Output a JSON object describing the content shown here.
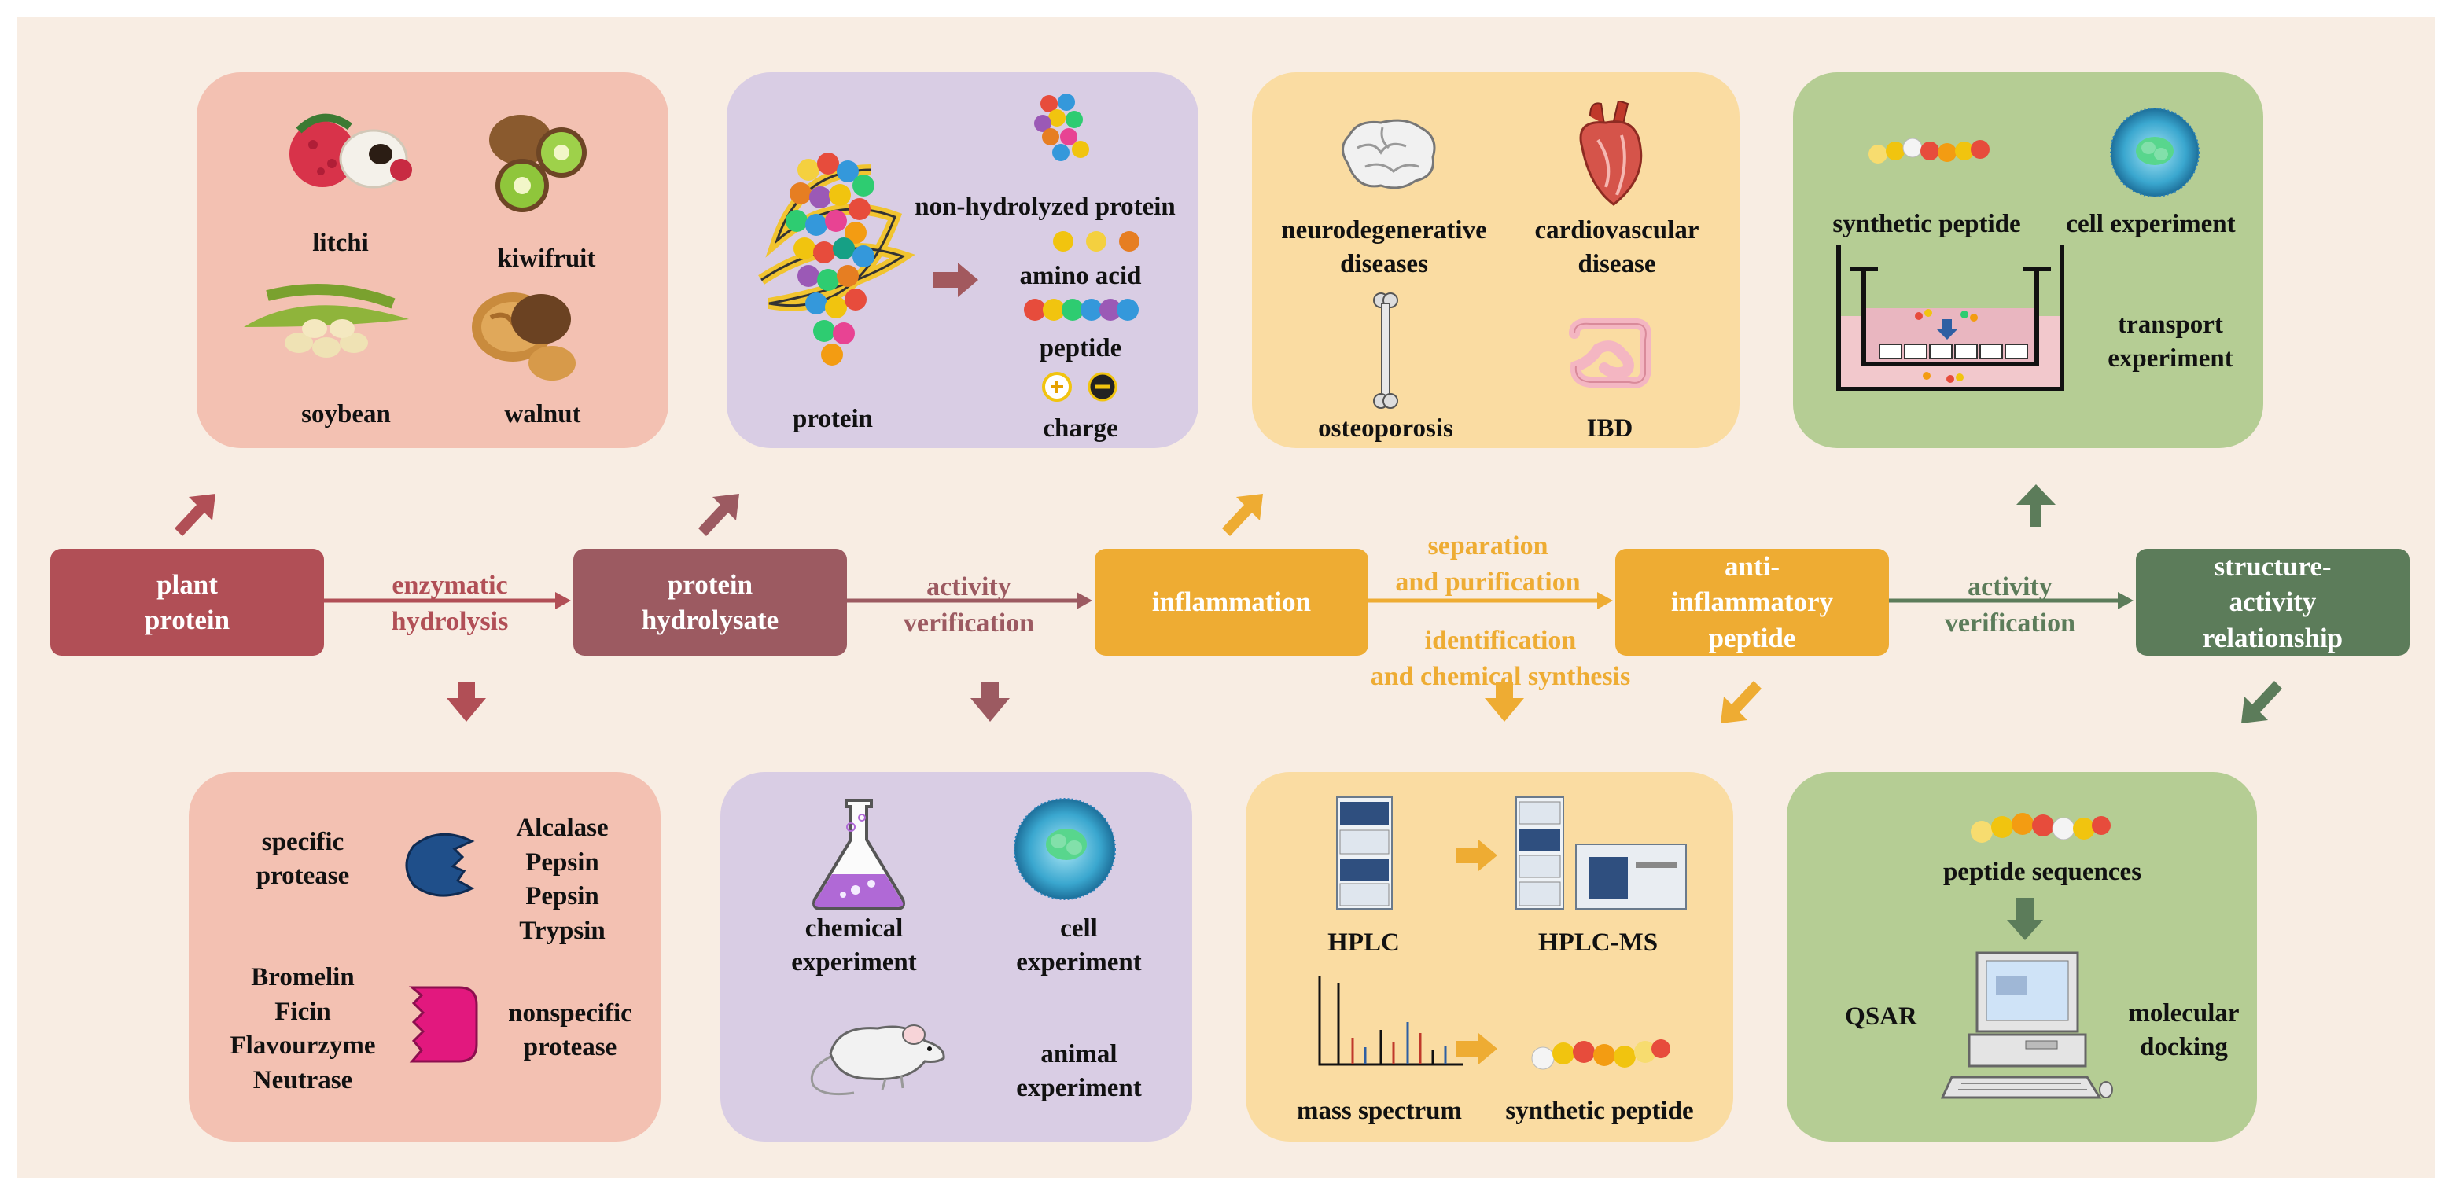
{
  "colors": {
    "red_dark": "#b14f56",
    "mauve": "#9c5a61",
    "orange": "#eeac33",
    "green_dark": "#5c7c5a",
    "pink_panel": "#f3c1b2",
    "purple_panel": "#d9cde4",
    "yellow_panel": "#fadca2",
    "green_panel": "#b5cd94",
    "background": "#f8ede3"
  },
  "flow": {
    "nodes": {
      "plant_protein": "plant\nprotein",
      "protein_hydrolysate": "protein\nhydrolysate",
      "inflammation": "inflammation",
      "anti_peptide": "anti-\ninflammatory\npeptide",
      "structure_activity": "structure-\nactivity\nrelationship"
    },
    "edges": {
      "enzymatic_hydrolysis": "enzymatic\nhydrolysis",
      "activity_verification_1": "activity\nverification",
      "separation_purification": "separation\nand purification",
      "identification_synthesis": "identification\nand chemical synthesis",
      "activity_verification_2": "activity\nverification"
    }
  },
  "panels": {
    "sources": {
      "litchi": "litchi",
      "kiwifruit": "kiwifruit",
      "soybean": "soybean",
      "walnut": "walnut",
      "icons": [
        "litchi-icon",
        "kiwifruit-icon",
        "soybean-icon",
        "walnut-icon"
      ]
    },
    "hydrolysate": {
      "protein": "protein",
      "non_hydrolyzed": "non-hydrolyzed protein",
      "amino_acid": "amino acid",
      "peptide": "peptide",
      "charge": "charge",
      "icons": [
        "folded-protein-icon",
        "arrow-icon",
        "protein-cluster-icon",
        "amino-acid-icon",
        "peptide-chain-icon",
        "positive-charge-icon",
        "negative-charge-icon"
      ]
    },
    "diseases": {
      "neuro": "neurodegenerative\ndiseases",
      "cardio": "cardiovascular\ndisease",
      "osteo": "osteoporosis",
      "ibd": "IBD",
      "icons": [
        "brain-icon",
        "heart-icon",
        "bone-icon",
        "intestine-icon"
      ]
    },
    "verification_top": {
      "synthetic_peptide": "synthetic peptide",
      "cell_experiment": "cell experiment",
      "transport_experiment": "transport\nexperiment",
      "icons": [
        "peptide-chain-icon",
        "cell-icon",
        "transwell-icon"
      ]
    },
    "proteases": {
      "specific": "specific\nprotease",
      "specific_list": "Alcalase\nPepsin\nPepsin\nTrypsin",
      "nonspecific_list": "Bromelin\nFicin\nFlavourzyme\nNeutrase",
      "nonspecific": "nonspecific\nprotease",
      "icons": [
        "specific-protease-icon",
        "nonspecific-protease-icon"
      ]
    },
    "experiments": {
      "chemical": "chemical\nexperiment",
      "cell": "cell\nexperiment",
      "animal": "animal\nexperiment",
      "icons": [
        "flask-icon",
        "cell-icon",
        "mouse-icon"
      ]
    },
    "identification": {
      "hplc": "HPLC",
      "hplc_ms": "HPLC-MS",
      "mass_spectrum": "mass spectrum",
      "synthetic_peptide": "synthetic peptide",
      "icons": [
        "hplc-instrument-icon",
        "arrow-icon",
        "hplc-ms-instrument-icon",
        "mass-spectrum-icon",
        "peptide-chain-icon"
      ]
    },
    "structure": {
      "peptide_sequences": "peptide sequences",
      "qsar": "QSAR",
      "molecular_docking": "molecular\ndocking",
      "icons": [
        "peptide-chain-icon",
        "down-arrow-icon",
        "computer-icon"
      ]
    }
  }
}
